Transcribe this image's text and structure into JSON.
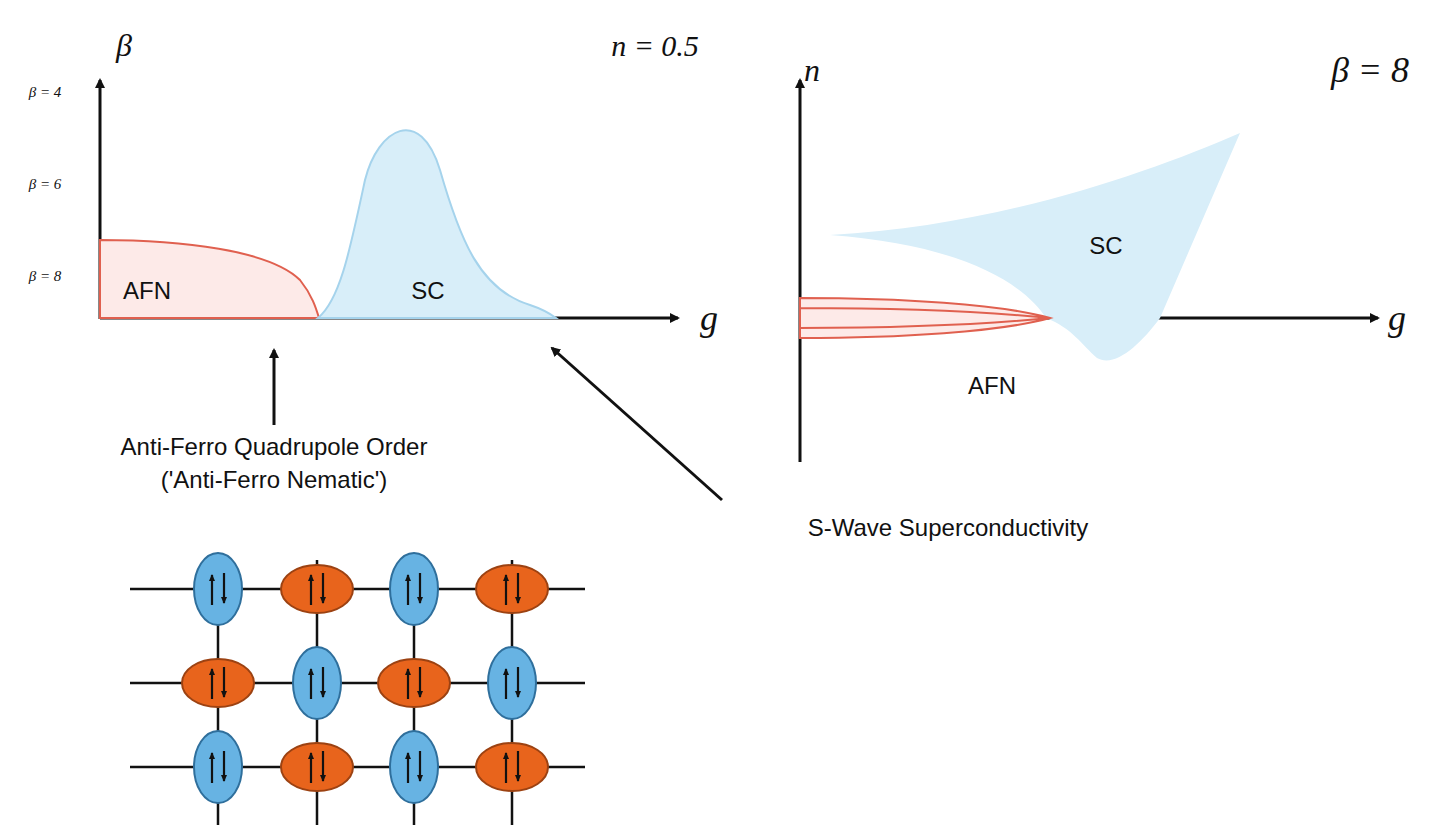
{
  "diagram": {
    "nodes": [
      {
        "text": [
          "AFN"
        ]
      },
      {
        "text": [
          "SC"
        ]
      },
      {
        "text": [
          "SC"
        ]
      },
      {
        "text": [
          "AFN"
        ]
      }
    ],
    "labels": [
      "β",
      "n = 0.5",
      "β = 4",
      "β = 6",
      "β = 8",
      "g",
      "n",
      "β = 8",
      "g",
      "Anti-Ferro Quadrupole Order",
      "('Anti-Ferro Nematic')",
      "S-Wave Superconductivity"
    ]
  }
}
